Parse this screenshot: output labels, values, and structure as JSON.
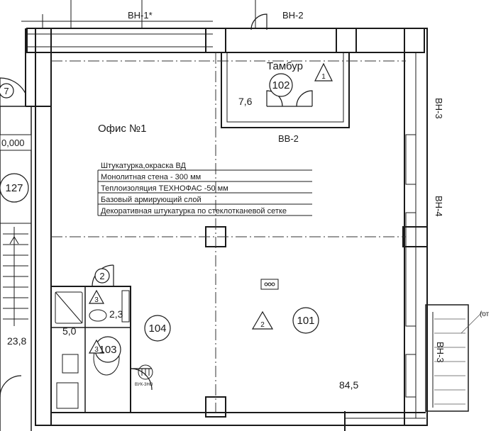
{
  "labels": {
    "top_left_cut": "ВН-1*",
    "top_right": "ВН-2",
    "tambur": "Тамбур",
    "office": "Офис №1",
    "vv2": "ВВ-2",
    "vn3_top": "ВН-3",
    "vn4": "ВН-4",
    "vn3_bottom": "ВН-3",
    "elevation": "0,000",
    "small_cut": "(от",
    "bottom_tag": "ВУК-3НО"
  },
  "rooms": {
    "r102": "102",
    "r127": "127",
    "r101": "101",
    "r104": "104",
    "r103": "103",
    "r7": "7",
    "r2": "2"
  },
  "areas": {
    "a76": "7,6",
    "a845": "84,5",
    "a238": "23,8",
    "a50": "5,0",
    "a23": "2,3"
  },
  "triangles": {
    "t1": "1",
    "t2": "2",
    "t3a": "3",
    "t3b": "3"
  },
  "spec_lines": [
    "Штукатурка,окраска ВД",
    "Монолитная стена - 300 мм",
    "Теплоизоляция ТЕХНОФАС -50 мм",
    "Базовый армирующий слой",
    "Декоративная штукатурка по стеклотканевой сетке"
  ]
}
